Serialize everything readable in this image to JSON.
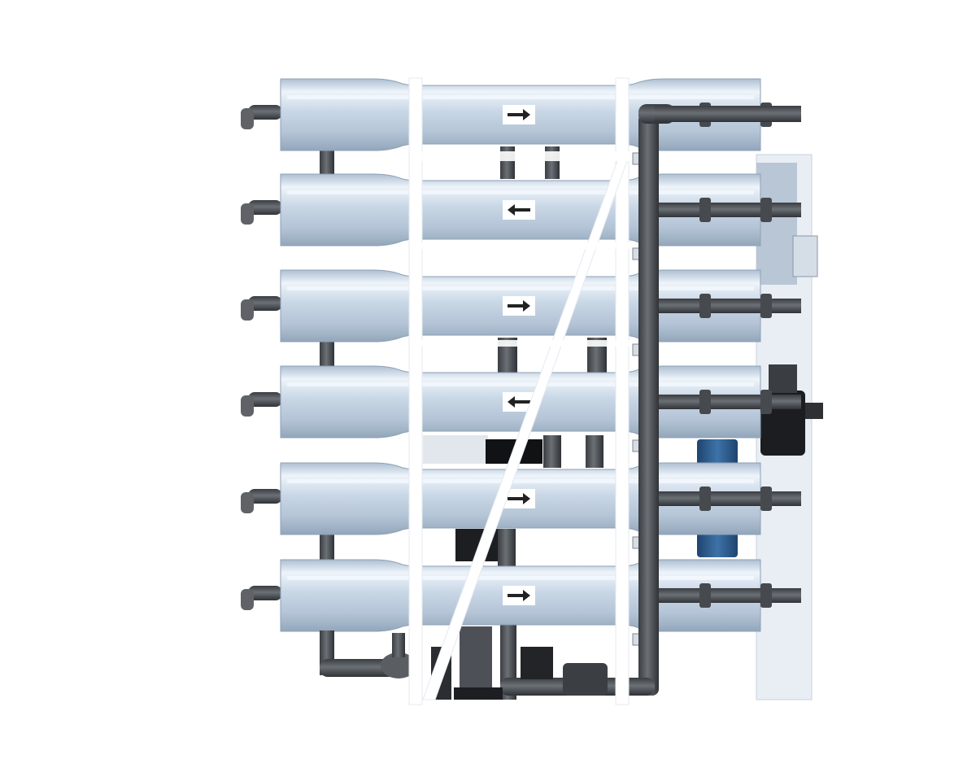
{
  "image": {
    "subject": "reverse-osmosis-membrane-rack",
    "background_color": "#ffffff"
  },
  "vessels": [
    {
      "row": 1,
      "flow_direction": "right"
    },
    {
      "row": 2,
      "flow_direction": "left"
    },
    {
      "row": 3,
      "flow_direction": "right"
    },
    {
      "row": 4,
      "flow_direction": "left"
    },
    {
      "row": 5,
      "flow_direction": "right"
    },
    {
      "row": 6,
      "flow_direction": "right"
    }
  ],
  "colors": {
    "vessel_body": "#c9d7e6",
    "vessel_highlight": "#eef4fa",
    "vessel_shadow": "#93a6bb",
    "pipe": "#55595e",
    "pipe_dark": "#2f3236",
    "frame": "#ffffff",
    "panel": "#dfe6ee",
    "pump_blue": "#2f5f8f",
    "arrow": "#222222"
  }
}
